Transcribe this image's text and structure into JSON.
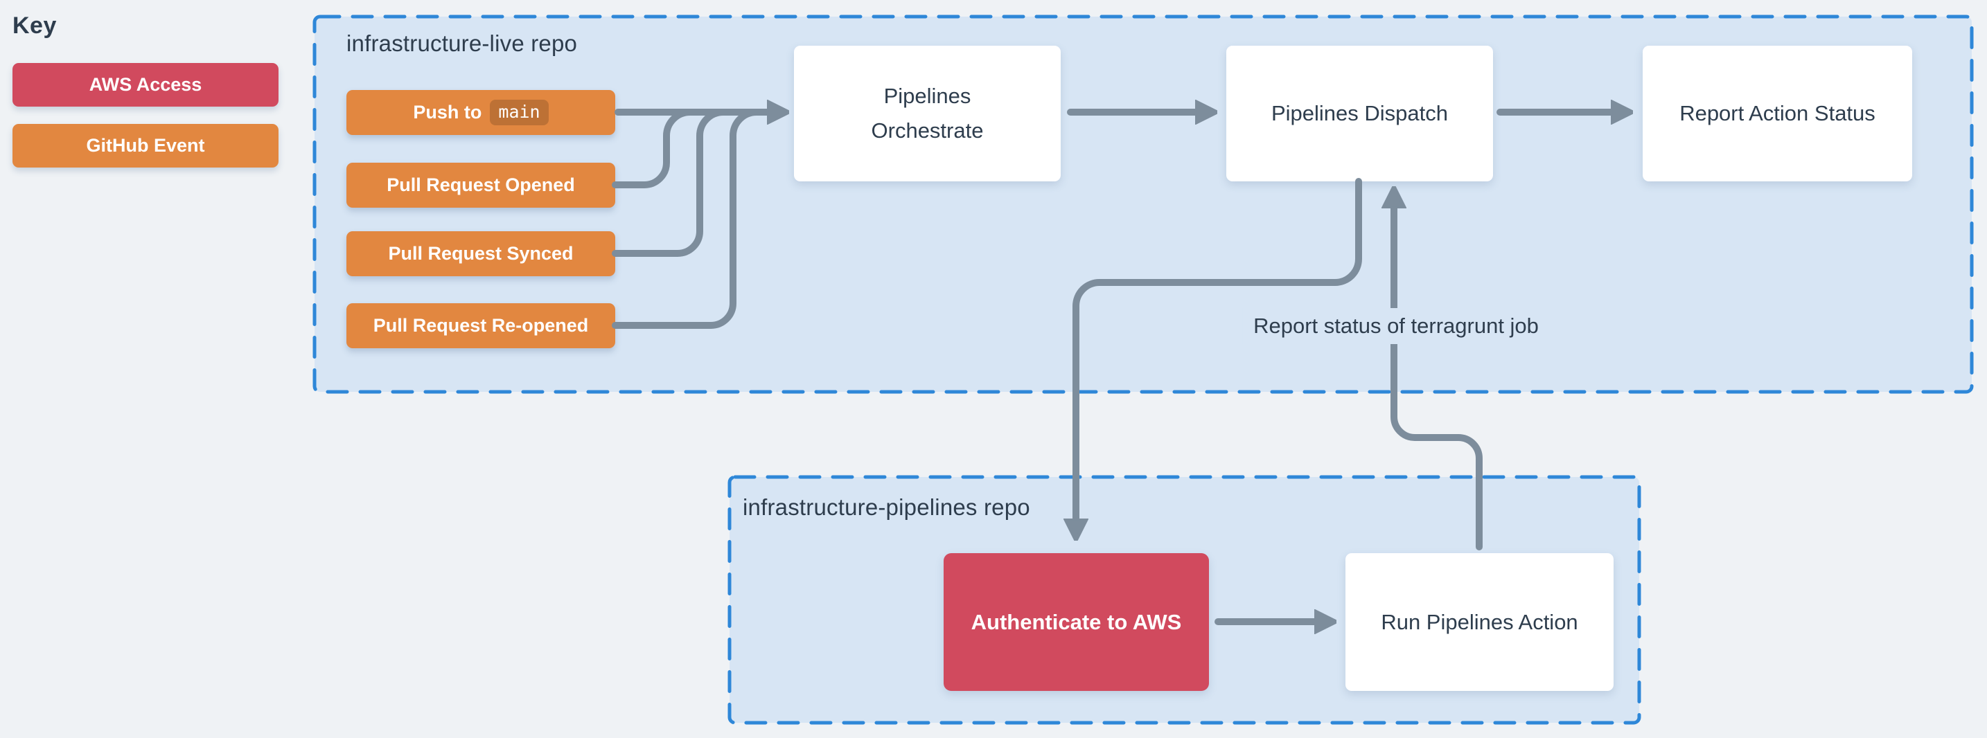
{
  "palette": {
    "bg": "#eff2f5",
    "panel": "#d7e5f4",
    "dash": "#2e87d8",
    "arrow": "#7d8d9c",
    "red": "#d14a5e",
    "orange": "#e28740",
    "ink": "#2e3d4d"
  },
  "key": {
    "title": "Key",
    "aws_label": "AWS Access",
    "github_label": "GitHub Event"
  },
  "live_repo": {
    "label": "infrastructure-live repo",
    "events": {
      "push_prefix": "Push to",
      "push_branch": "main",
      "pr_opened": "Pull Request Opened",
      "pr_synced": "Pull Request Synced",
      "pr_reopened": "Pull Request Re-opened"
    },
    "nodes": {
      "orchestrate": "Pipelines\nOrchestrate",
      "dispatch": "Pipelines Dispatch",
      "report": "Report Action Status"
    }
  },
  "pipelines_repo": {
    "label": "infrastructure-pipelines repo",
    "nodes": {
      "authenticate": "Authenticate to AWS",
      "run_action": "Run Pipelines Action"
    }
  },
  "annotations": {
    "report_status": "Report status of terragrunt job"
  }
}
